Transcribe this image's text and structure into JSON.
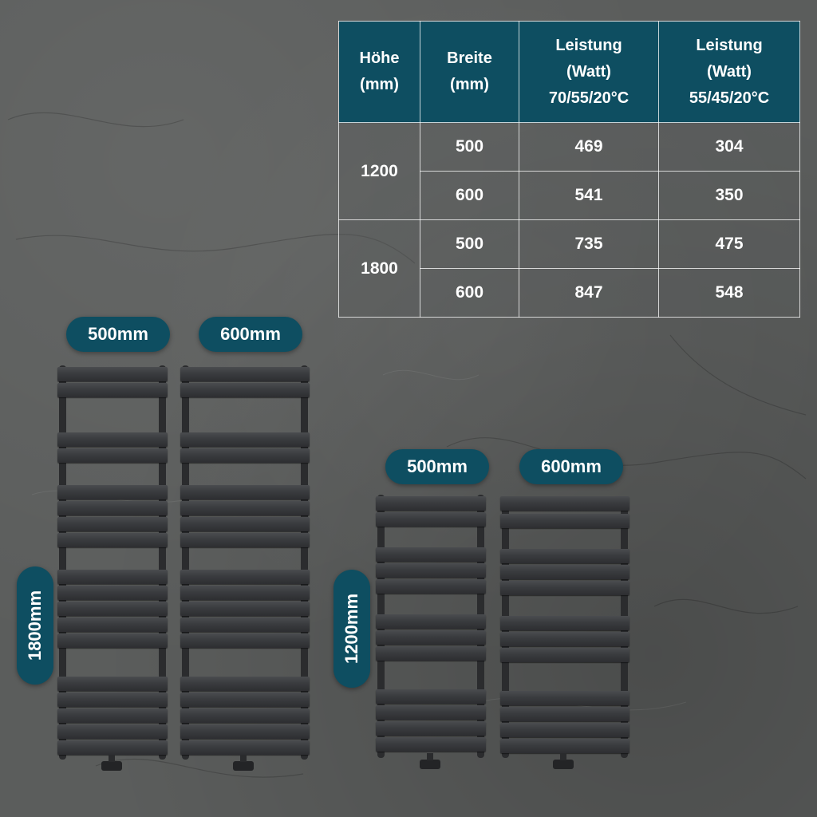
{
  "table": {
    "headers": [
      [
        "Höhe",
        "(mm)"
      ],
      [
        "Breite",
        "(mm)"
      ],
      [
        "Leistung",
        "(Watt)",
        "70/55/20°C"
      ],
      [
        "Leistung",
        "(Watt)",
        "55/45/20°C"
      ]
    ],
    "groups": [
      {
        "hoehe": "1200",
        "rows": [
          {
            "breite": "500",
            "w70": "469",
            "w55": "304"
          },
          {
            "breite": "600",
            "w70": "541",
            "w55": "350"
          }
        ]
      },
      {
        "hoehe": "1800",
        "rows": [
          {
            "breite": "500",
            "w70": "735",
            "w55": "475"
          },
          {
            "breite": "600",
            "w70": "847",
            "w55": "548"
          }
        ]
      }
    ]
  },
  "labels": {
    "tall_width_a": "500mm",
    "tall_width_b": "600mm",
    "tall_height": "1800mm",
    "short_width_a": "500mm",
    "short_width_b": "600mm",
    "short_height": "1200mm"
  },
  "colors": {
    "accent": "#0e4e61",
    "background": "#5b5d5c",
    "radiator": "#3a3c3f"
  }
}
